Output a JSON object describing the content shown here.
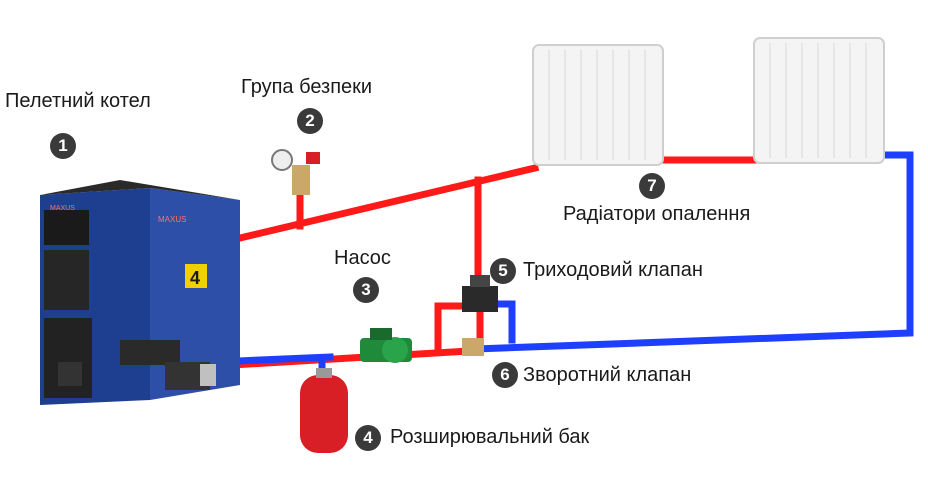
{
  "colors": {
    "supply": "#ff1a1a",
    "return": "#1f3fff",
    "boiler": "#1e3f8f",
    "tank": "#d81f26",
    "pump": "#1e8a3a",
    "badge": "#3a3a3a"
  },
  "components": [
    {
      "number": "1",
      "label": "Пелетний котел"
    },
    {
      "number": "2",
      "label": "Група безпеки"
    },
    {
      "number": "3",
      "label": "Насос"
    },
    {
      "number": "4",
      "label": "Розширювальний бак"
    },
    {
      "number": "5",
      "label": "Триходовий клапан"
    },
    {
      "number": "6",
      "label": "Зворотний клапан"
    },
    {
      "number": "7",
      "label": "Радіатори опалення"
    }
  ],
  "boiler": {
    "brand": "MAXUS",
    "badge_text": "4"
  }
}
